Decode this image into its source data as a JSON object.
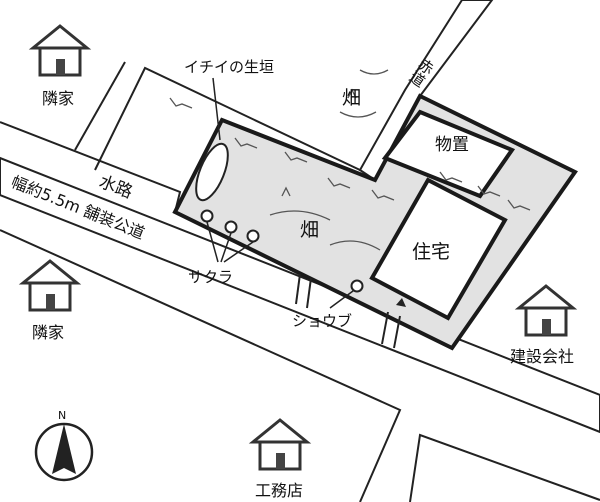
{
  "labels": {
    "hedge": "イチイの生垣",
    "field_top": "畑",
    "field_lot": "畑",
    "storage": "物置",
    "residence": "住宅",
    "waterway": "水路",
    "road_width": "幅約5.5m 舗装公道",
    "cherry": "サクラ",
    "iris": "ショウブ",
    "red_road": "赤道",
    "neighbor_top_left": "隣家",
    "neighbor_left": "隣家",
    "construction_company": "建設会社",
    "contractor": "工務店",
    "north": "N"
  },
  "icons": {
    "house": "house-icon",
    "compass": "north-arrow-icon",
    "tree": "tree-circle-icon",
    "gate": "gate-icon"
  },
  "colors": {
    "lot_fill": "#e2e2e2",
    "line": "#1a1a1a",
    "background": "#ffffff"
  }
}
